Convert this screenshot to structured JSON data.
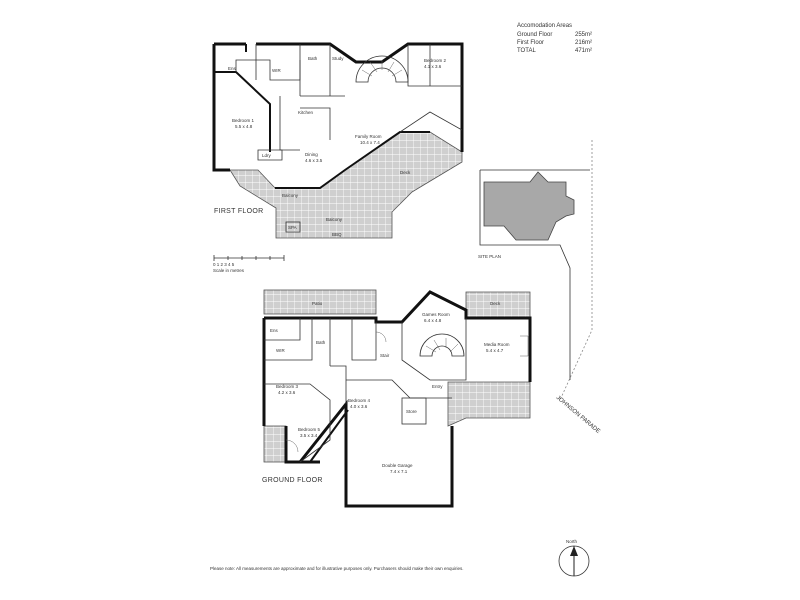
{
  "areas": {
    "title": "Accomodation Areas",
    "rows": [
      {
        "label": "Ground Floor",
        "value": "255m²"
      },
      {
        "label": "First Floor",
        "value": "216m²"
      },
      {
        "label": "TOTAL",
        "value": "471m²"
      }
    ]
  },
  "labels": {
    "first_floor": "FIRST FLOOR",
    "ground_floor": "GROUND FLOOR",
    "site_plan": "SITE PLAN",
    "street": "JOHNSON PARADE",
    "north": "North",
    "scale": "0 1 2 3 4 5",
    "scale_sub": "Scale in metres"
  },
  "first_floor_rooms": {
    "bed1": "Bedroom 1",
    "bed1_dim": "5.5 x 4.8",
    "ens": "Ens",
    "wir": "WIR",
    "bath": "Bath",
    "study": "Study",
    "bed2": "Bedroom 2",
    "bed2_dim": "4.1 x 3.6",
    "kitchen": "Kitchen",
    "family": "Family Room",
    "family_dim": "10.4 x 7.4",
    "dining": "Dining",
    "dining_dim": "4.6 x 3.5",
    "ldry": "Ldry",
    "balcony_a": "Balcony",
    "balcony_b": "Balcony",
    "deck": "Deck",
    "spa": "SPA",
    "bbq": "BBQ"
  },
  "ground_floor_rooms": {
    "patio": "Patio",
    "deck": "Deck",
    "ens": "Ens",
    "wir": "WIR",
    "bath": "Bath",
    "store": "Store",
    "bed3": "Bedroom 3",
    "bed3_dim": "4.2 x 3.6",
    "bed4": "Bedroom 4",
    "bed4_dim": "4.0 x 3.6",
    "bed5": "Bedroom 5",
    "bed5_dim": "3.5 x 3.4",
    "games": "Games Room",
    "games_dim": "6.4 x 4.8",
    "media": "Media Room",
    "media_dim": "5.4 x 4.7",
    "entry": "Entry",
    "stair": "Stair",
    "garage": "Double Garage",
    "garage_dim": "7.4 x 7.1"
  },
  "disclaimer": "Please note: All measurements are approximate and for illustrative purposes only. Purchasers should make their own enquiries."
}
